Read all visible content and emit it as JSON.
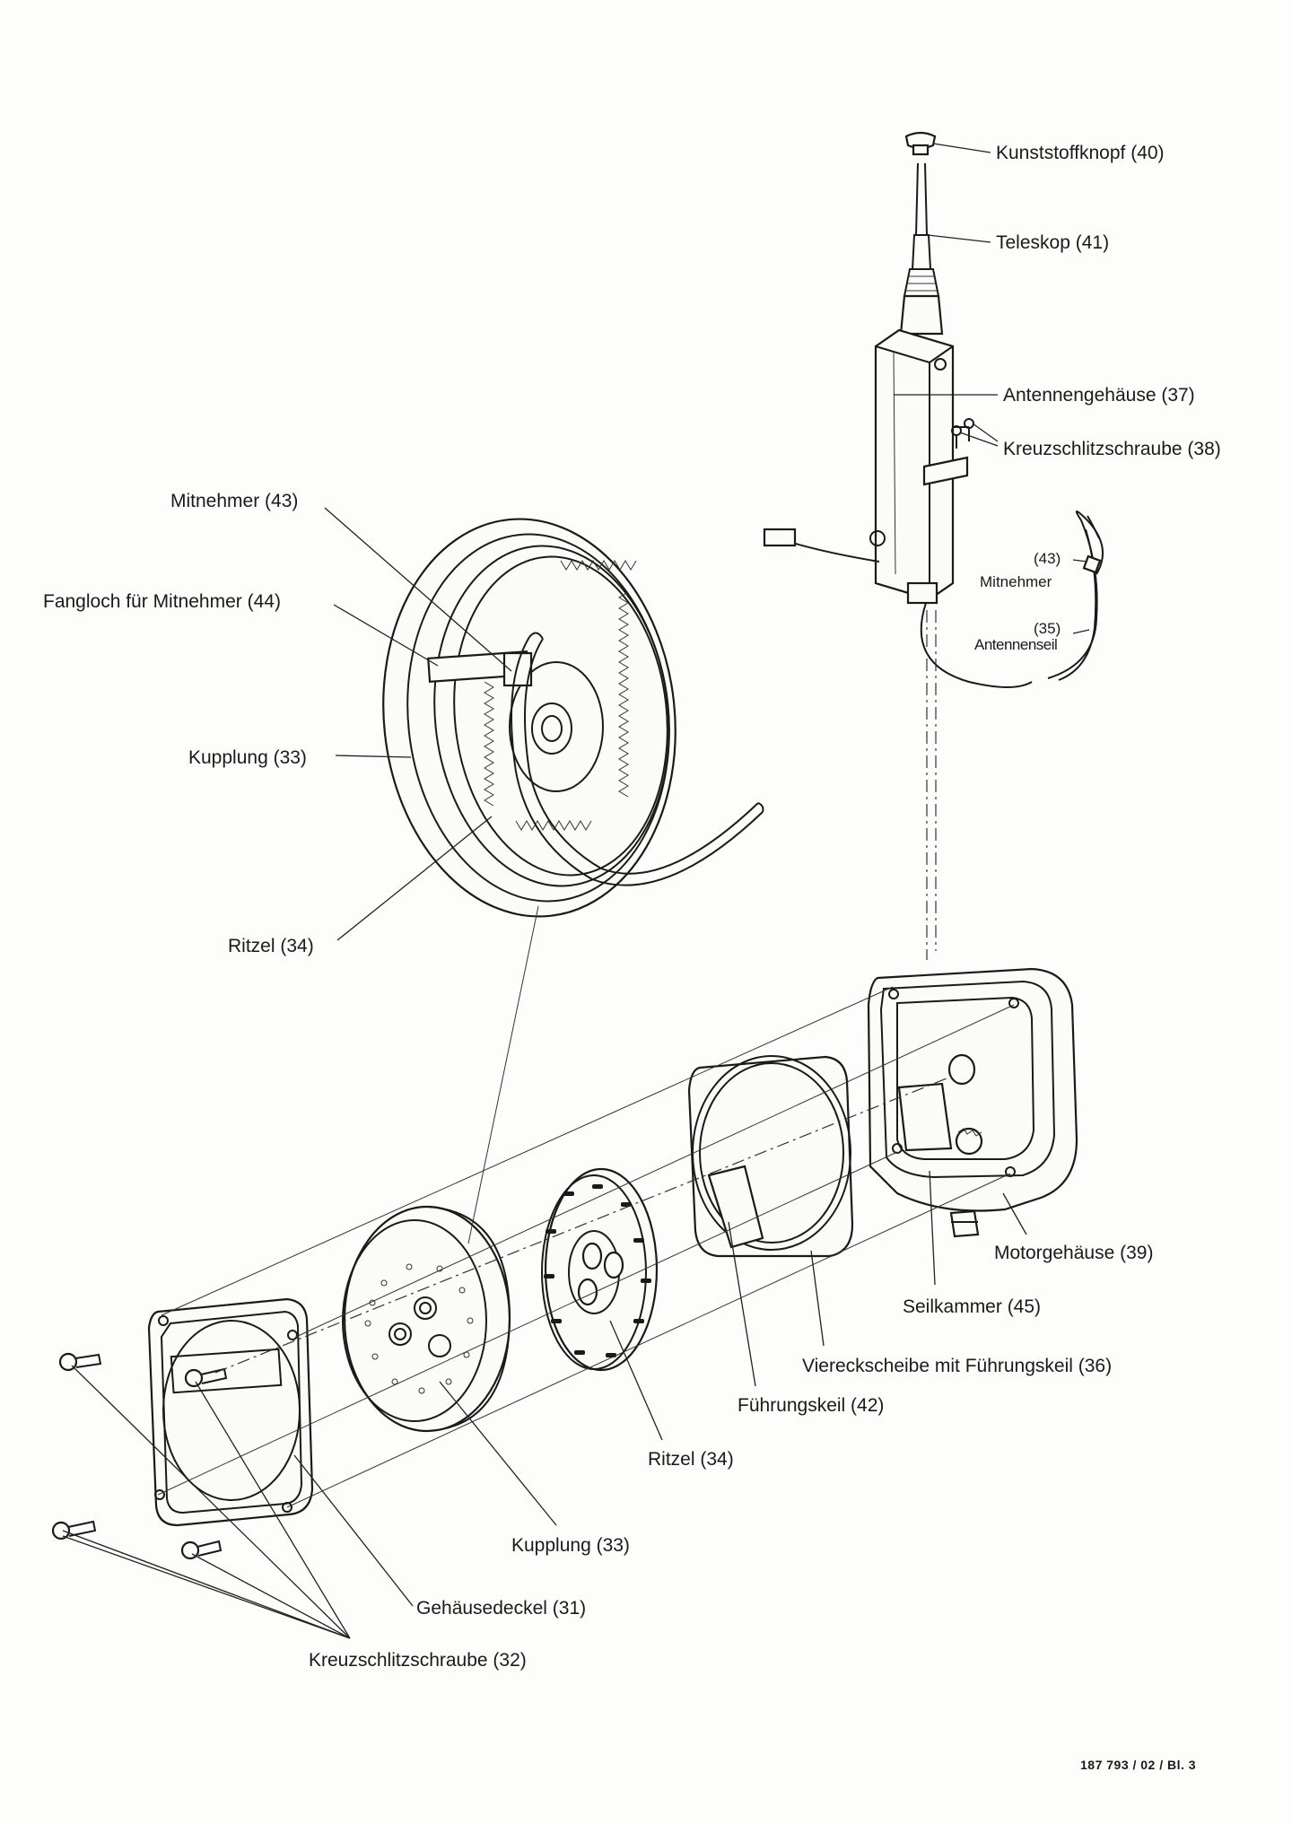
{
  "labels": {
    "kunststoffknopf_40": "Kunststoffknopf (40)",
    "teleskop_41": "Teleskop (41)",
    "antennengehaeuse_37": "Antennengehäuse (37)",
    "kreuzschlitzschraube_38": "Kreuzschlitzschraube (38)",
    "mitnehmer_43": "Mitnehmer (43)",
    "fangloch_44": "Fangloch für Mitnehmer (44)",
    "inset_43_number": "(43)",
    "inset_43_text": "Mitnehmer",
    "inset_35_number": "(35)",
    "inset_35_text": "Antennenseil",
    "kupplung_33_top": "Kupplung (33)",
    "ritzel_34_top": "Ritzel (34)",
    "motorgehaeuse_39": "Motorgehäuse (39)",
    "seilkammer_45": "Seilkammer (45)",
    "viereckscheibe_36": "Viereckscheibe mit Führungskeil (36)",
    "fuehrungskeil_42": "Führungskeil (42)",
    "ritzel_34_bottom": "Ritzel (34)",
    "kupplung_33_bottom": "Kupplung (33)",
    "gehaeusedeckel_31": "Gehäusedeckel (31)",
    "kreuzschlitzschraube_32": "Kreuzschlitzschraube (32)"
  },
  "footer": {
    "document_number": "187 793 / 02 / Bl. 3"
  }
}
